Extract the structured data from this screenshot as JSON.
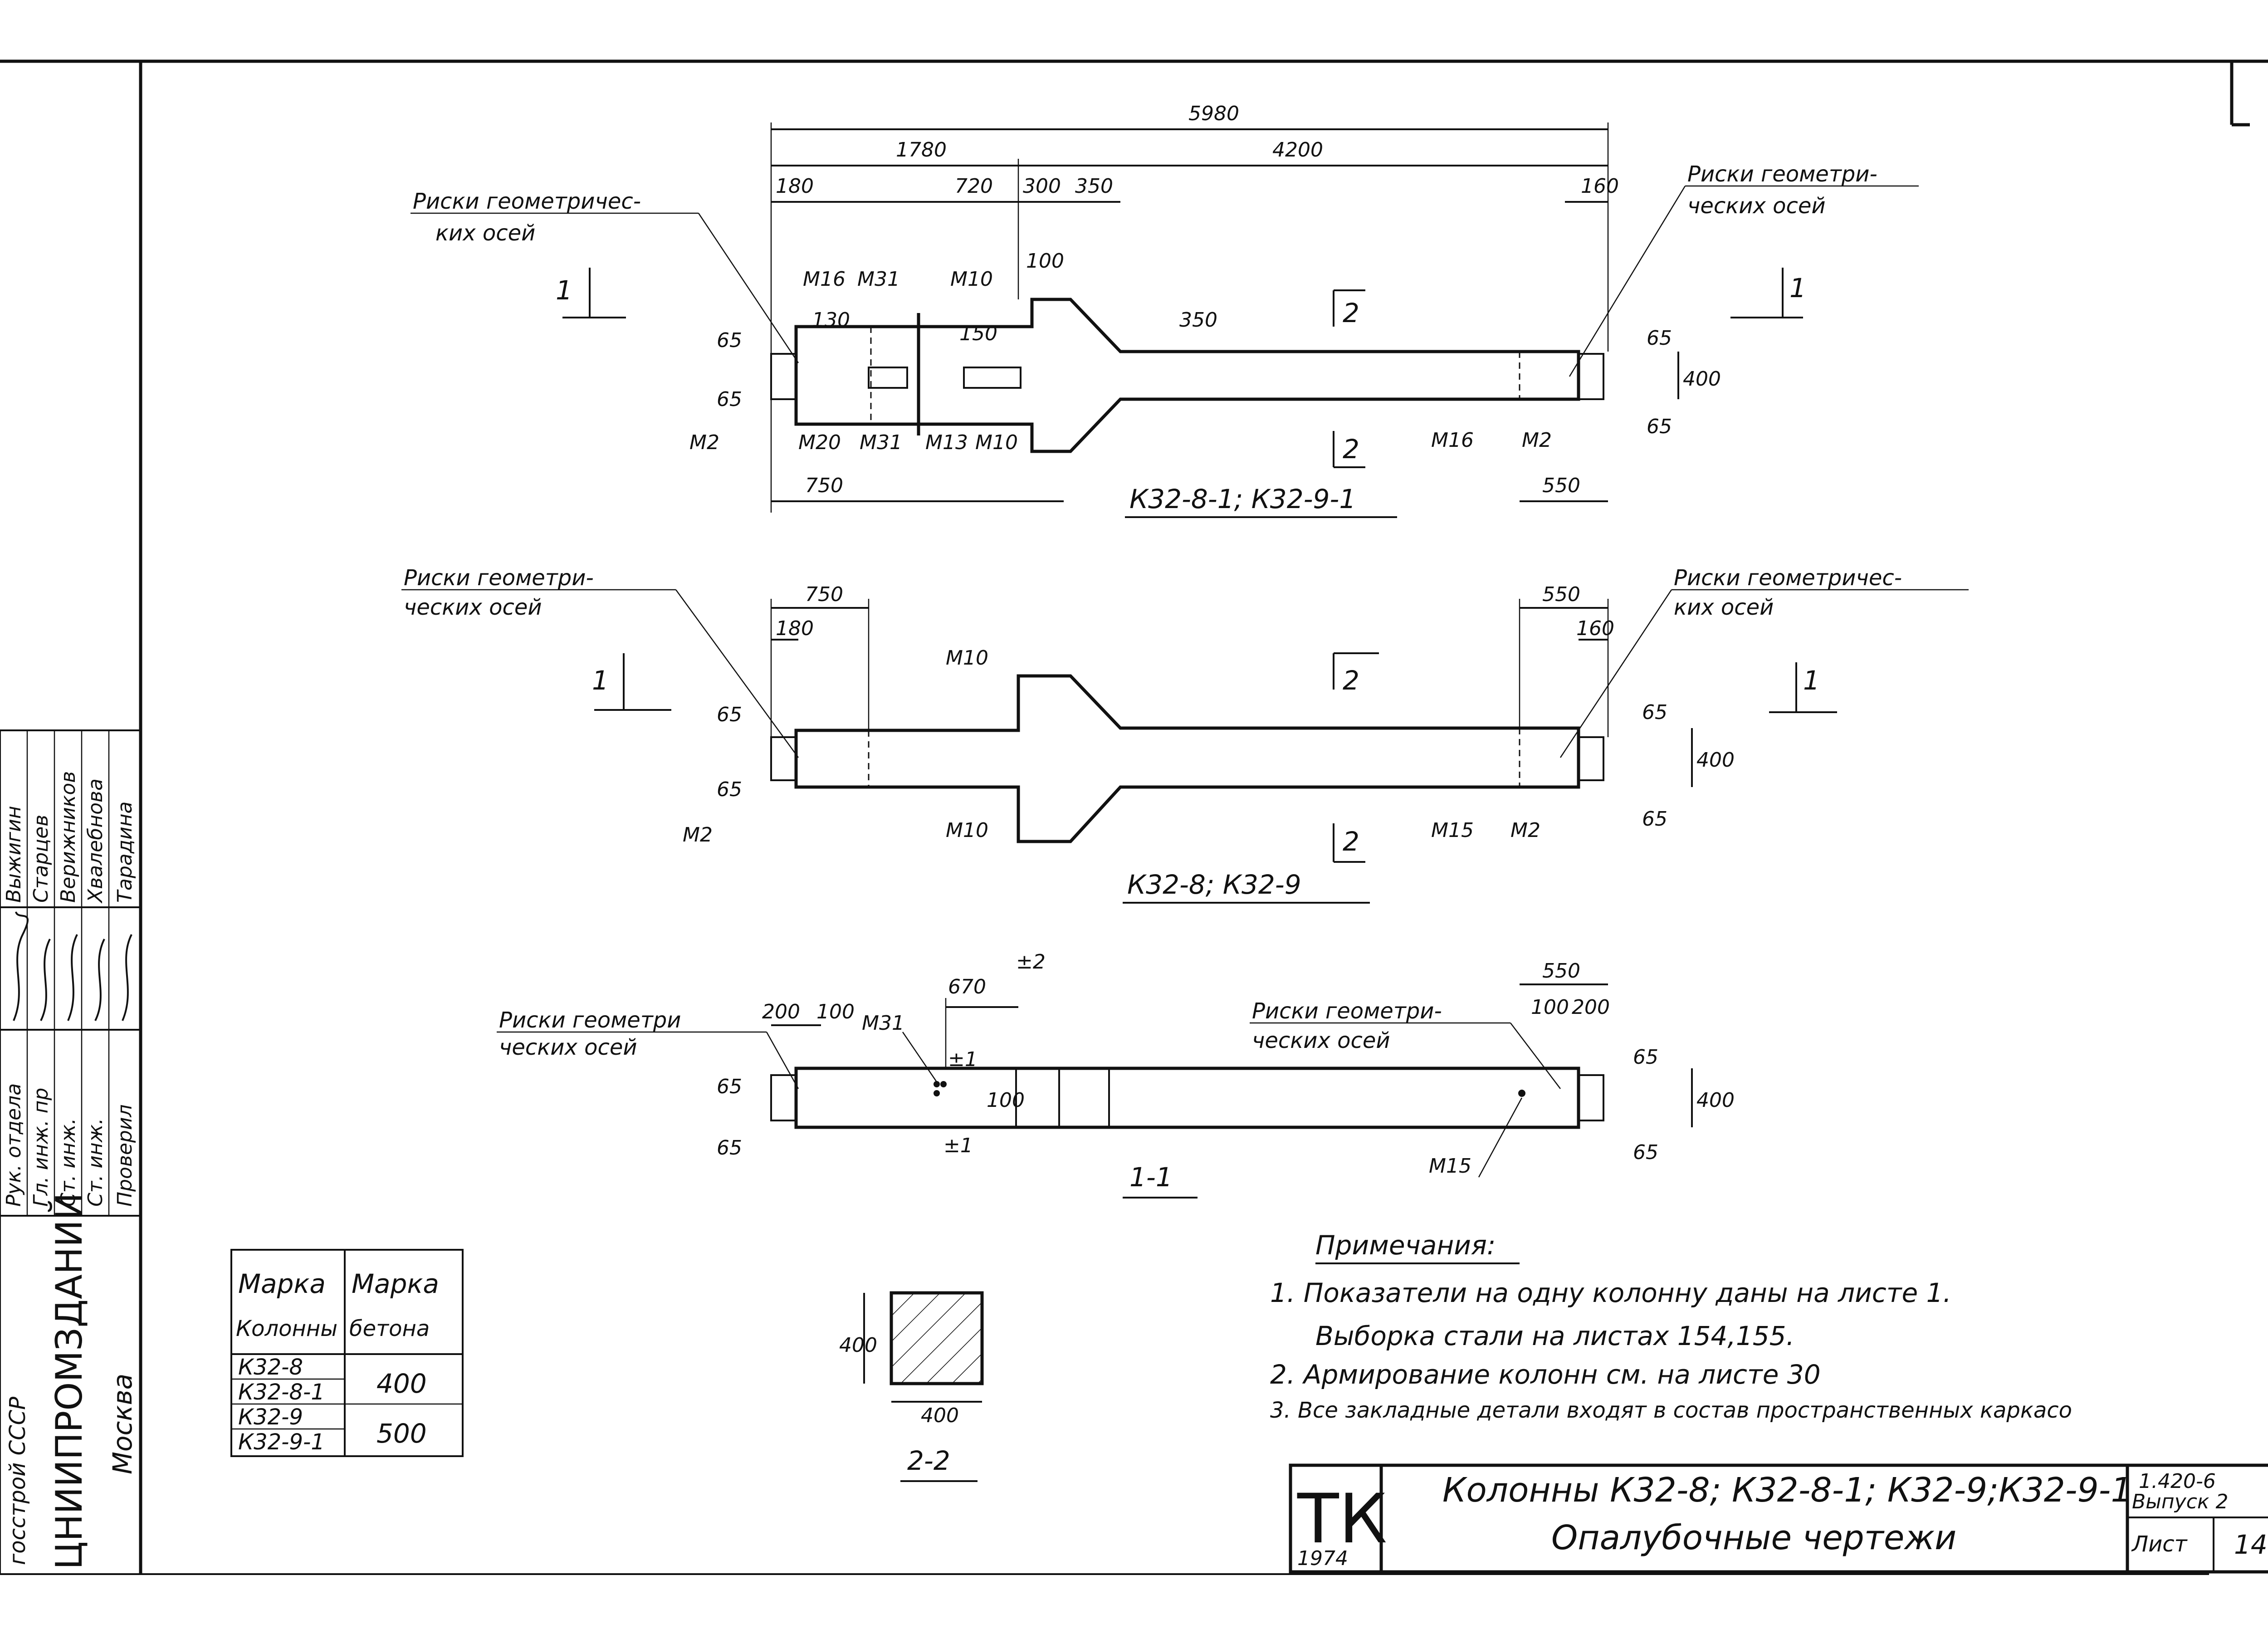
{
  "drawing1": {
    "dim_total": "5980",
    "dim_left": "1780",
    "dim_right": "4200",
    "dim_180": "180",
    "dim_720": "720",
    "dim_300": "300",
    "dim_350": "350",
    "dim_160": "160",
    "dim_130": "130",
    "dim_150": "150",
    "dim_100": "100",
    "dim_350v": "350",
    "dim_65a": "65",
    "dim_65b": "65",
    "dim_65c": "65",
    "dim_65d": "65",
    "dim_400": "400",
    "dim_750": "750",
    "dim_550": "550",
    "risk_left_1": "Риски геометричес-",
    "risk_left_2": "ких осей",
    "risk_right_1": "Риски геометри-",
    "risk_right_2": "ческих осей",
    "m16": "М16",
    "m31": "М31",
    "m10": "М10",
    "m2": "М2",
    "m20": "М20",
    "m31b": "М31",
    "m13": "М13",
    "m10b": "М10",
    "m16b": "М16",
    "m2b": "М2",
    "sec1": "1",
    "sec1b": "1",
    "sec2": "2",
    "sec2b": "2",
    "title": "К32-8-1; К32-9-1"
  },
  "drawing2": {
    "dim_750": "750",
    "dim_180": "180",
    "dim_550": "550",
    "dim_160": "160",
    "dim_65a": "65",
    "dim_65b": "65",
    "dim_65c": "65",
    "dim_65d": "65",
    "dim_400": "400",
    "risk_left_1": "Риски геометри-",
    "risk_left_2": "ческих осей",
    "risk_right_1": "Риски геометричес-",
    "risk_right_2": "ких осей",
    "m10": "М10",
    "m10b": "М10",
    "m2": "М2",
    "m15": "М15",
    "m2b": "М2",
    "sec1": "1",
    "sec1b": "1",
    "sec2": "2",
    "sec2b": "2",
    "title": "К32-8; К32-9"
  },
  "drawing3": {
    "dim_670": "670",
    "dim_pm2": "±2",
    "dim_200": "200",
    "dim_100": "100",
    "dim_550": "550",
    "dim_100r": "100",
    "dim_200r": "200",
    "dim_pm1": "±1",
    "dim_100v": "100",
    "dim_pm1b": "±1",
    "dim_65a": "65",
    "dim_65b": "65",
    "dim_65c": "65",
    "dim_65d": "65",
    "dim_400": "400",
    "risk_left_1": "Риски геометри",
    "risk_left_2": "ческих осей",
    "risk_right_1": "Риски геометри-",
    "risk_right_2": "ческих осей",
    "m31": "М31",
    "m15": "М15",
    "title": "1-1"
  },
  "section22": {
    "dim_400v": "400",
    "dim_400h": "400",
    "title": "2-2"
  },
  "table": {
    "h1a": "Марка",
    "h1b": "Колонны",
    "h2a": "Марка",
    "h2b": "бетона",
    "r1": "К32-8",
    "r2": "К32-8-1",
    "v1": "400",
    "r3": "К32-9",
    "r4": "К32-9-1",
    "v2": "500"
  },
  "notes": {
    "heading": "Примечания:",
    "n1a": "1. Показатели на одну колонну даны на листе 1.",
    "n1b": "Выборка стали на листах 154,155.",
    "n2": "2. Армирование колонн см. на листе 30",
    "n3": "3. Все закладные детали входят в состав пространственных каркасо"
  },
  "titleblock": {
    "tk": "ТК",
    "year": "1974",
    "name1": "Колонны К32-8; К32-8-1; К32-9;К32-9-1",
    "name2": "Опалубочные чертежи",
    "series": "1.420-6",
    "issue": "Выпуск 2",
    "sheet_label": "Лист",
    "sheet_no": "14"
  },
  "sidestamp": {
    "org": "ЦНИИПРОМЗДАНИЙ",
    "city": "Москва",
    "gosstroy": "госстрой СССР",
    "role1": "Рук. отдела",
    "role2": "Гл. инж. пр",
    "role3": "Ст. инж.",
    "role4": "Ст. инж.",
    "role5": "Проверил",
    "name1": "Выжигин",
    "name2": "Старцев",
    "name3": "Верижников",
    "name4": "Хвалебнова",
    "name5": "Тарадина"
  }
}
